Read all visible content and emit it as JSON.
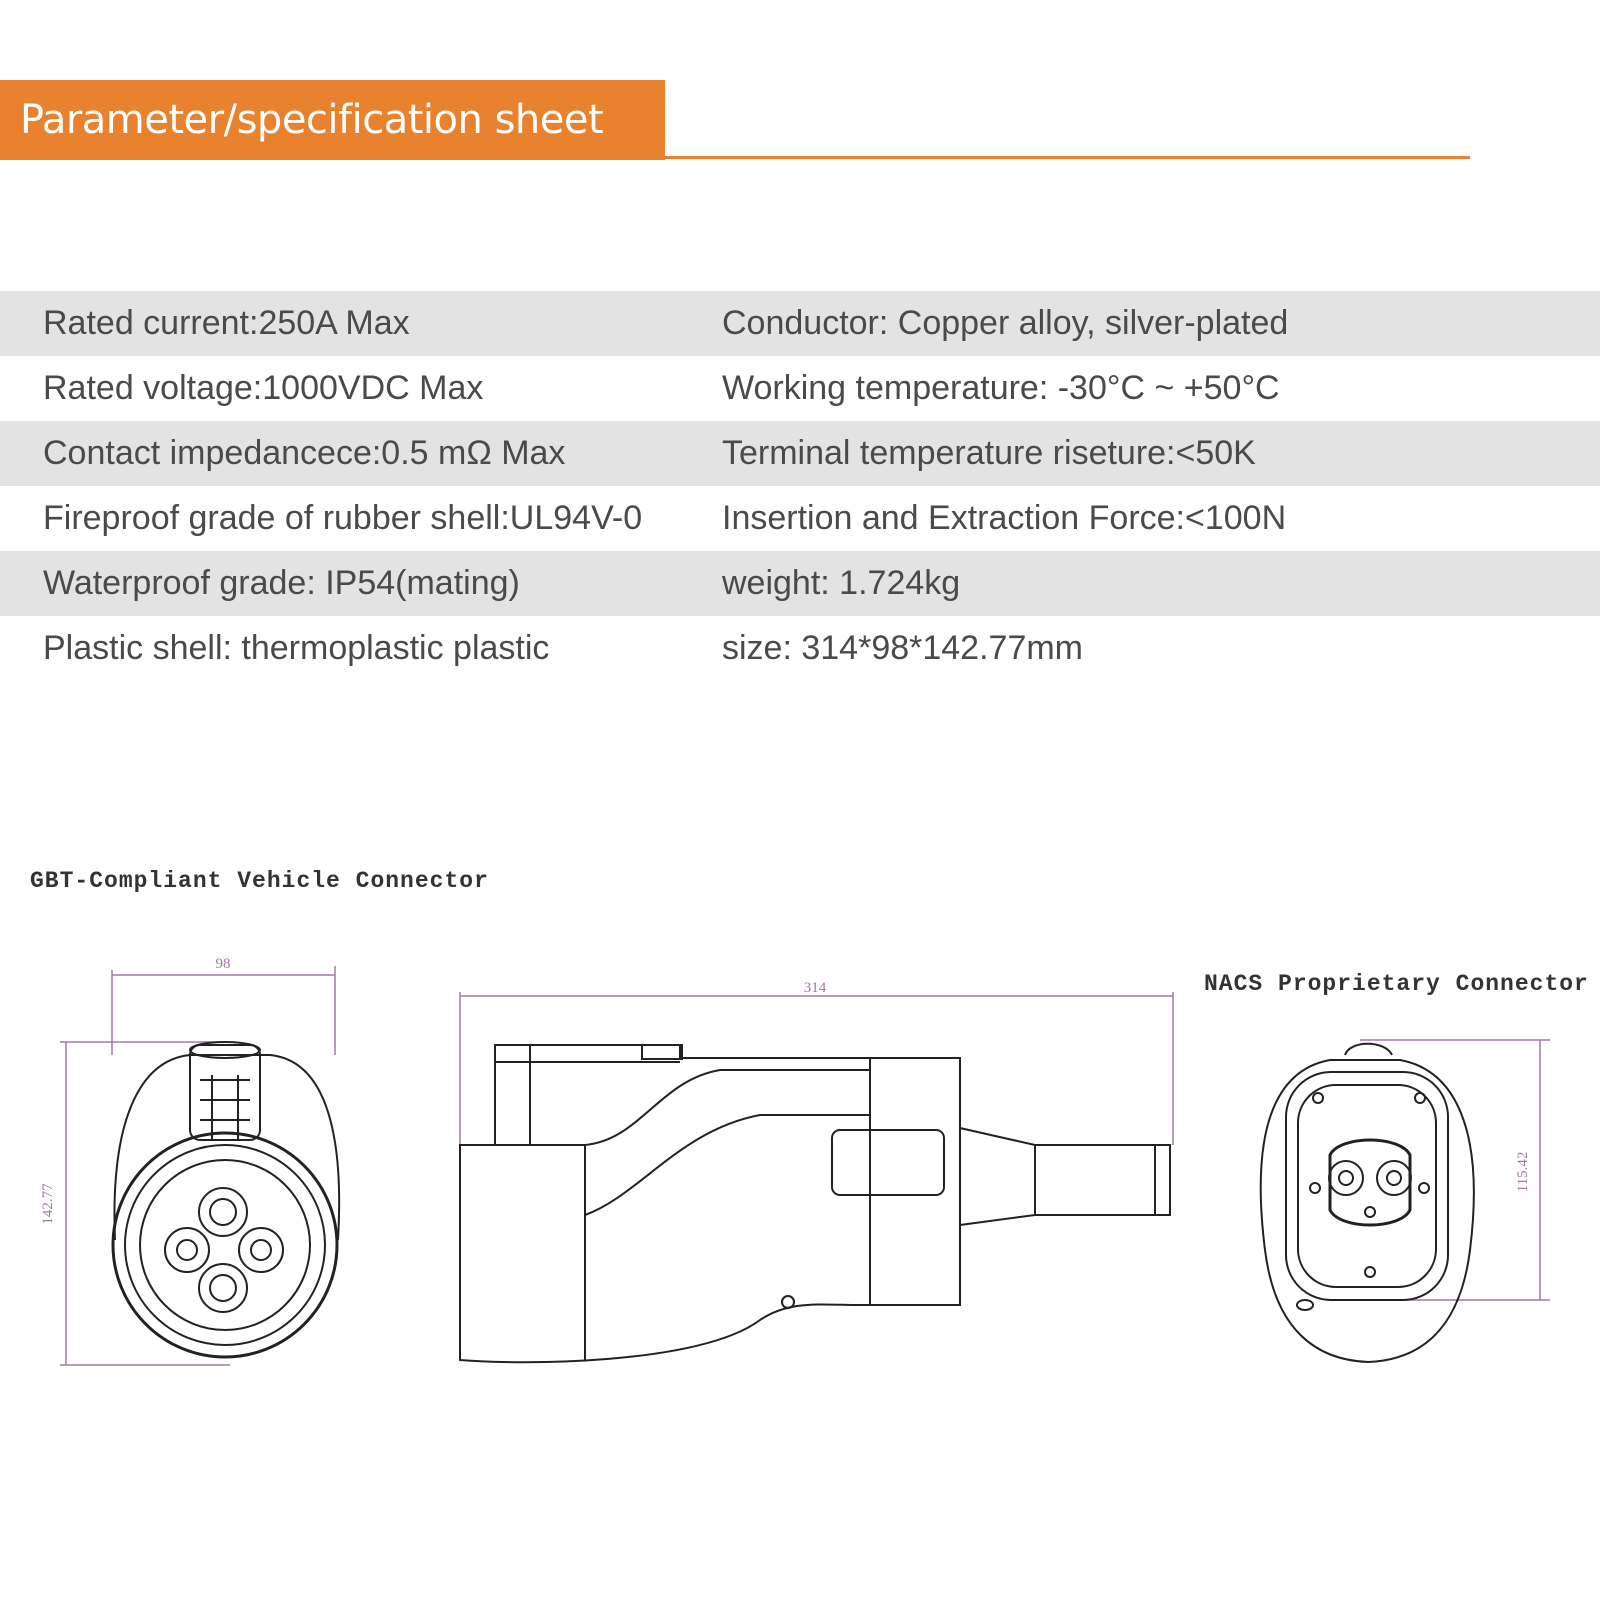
{
  "header": {
    "title": "Parameter/specification sheet"
  },
  "specs": [
    {
      "left": "Rated current:250A Max",
      "right": "Conductor: Copper alloy, silver-plated"
    },
    {
      "left": "Rated voltage:1000VDC Max",
      "right": "Working temperature: -30°C ~ +50°C"
    },
    {
      "left": "Contact impedancece:0.5 mΩ Max",
      "right": "Terminal temperature riseture:<50K"
    },
    {
      "left": "Fireproof grade of rubber shell:UL94V-0",
      "right": "Insertion and Extraction Force:<100N"
    },
    {
      "left": "Waterproof grade: IP54(mating)",
      "right": "weight: 1.724kg"
    },
    {
      "left": "Plastic shell: thermoplastic plastic",
      "right": "size: 314*98*142.77mm"
    }
  ],
  "drawing": {
    "gbt_label": "GBT-Compliant Vehicle Connector",
    "nacs_label": "NACS Proprietary Connector",
    "dims": {
      "width": "98",
      "height": "142.77",
      "length": "314",
      "nacs_height": "115.42"
    }
  },
  "colors": {
    "accent": "#e9822f",
    "row_shade": "#e3e3e3",
    "dimension_line": "#a07aa0"
  }
}
